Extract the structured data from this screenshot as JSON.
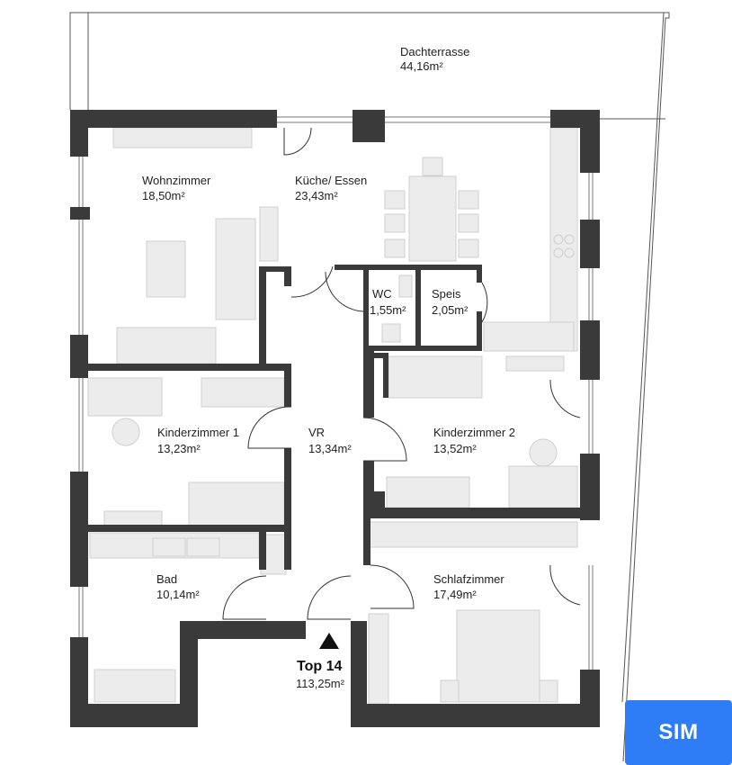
{
  "rooms": {
    "dachterrasse": {
      "name": "Dachterrasse",
      "area": "44,16m²"
    },
    "wohnzimmer": {
      "name": "Wohnzimmer",
      "area": "18,50m²"
    },
    "kueche": {
      "name": "Küche/ Essen",
      "area": "23,43m²"
    },
    "wc": {
      "name": "WC",
      "area": "1,55m²"
    },
    "speis": {
      "name": "Speis",
      "area": "2,05m²"
    },
    "kinderzimmer1": {
      "name": "Kinderzimmer 1",
      "area": "13,23m²"
    },
    "vr": {
      "name": "VR",
      "area": "13,34m²"
    },
    "kinderzimmer2": {
      "name": "Kinderzimmer 2",
      "area": "13,52m²"
    },
    "bad": {
      "name": "Bad",
      "area": "10,14m²"
    },
    "schlafzimmer": {
      "name": "Schlafzimmer",
      "area": "17,49m²"
    }
  },
  "unit": {
    "title": "Top 14",
    "area": "113,25m²"
  },
  "logo": {
    "text": "SIM",
    "icon": "sparkasse-s-icon",
    "color": "#2e7cf6"
  },
  "colors": {
    "wall": "#3a3a3a",
    "furniture": "#ececec"
  }
}
